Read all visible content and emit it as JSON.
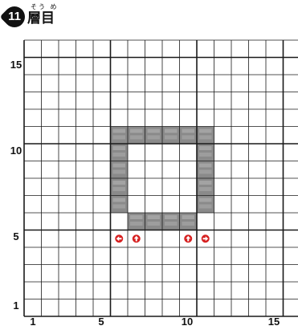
{
  "floor": {
    "number": "11",
    "title": "層目",
    "ruby": "そう め"
  },
  "grid": {
    "columns": 16,
    "rows": 16,
    "x_axis_labels": [
      "1",
      "5",
      "10",
      "15"
    ],
    "y_axis_labels": [
      "15",
      "10",
      "5",
      "1"
    ],
    "line_color": "#1a1a1a",
    "wall_color": "#8a8a8a"
  },
  "walls": [
    {
      "x": 6,
      "y": 11
    },
    {
      "x": 7,
      "y": 11
    },
    {
      "x": 8,
      "y": 11
    },
    {
      "x": 9,
      "y": 11
    },
    {
      "x": 10,
      "y": 11
    },
    {
      "x": 11,
      "y": 11
    },
    {
      "x": 6,
      "y": 10
    },
    {
      "x": 11,
      "y": 10
    },
    {
      "x": 6,
      "y": 9
    },
    {
      "x": 11,
      "y": 9
    },
    {
      "x": 6,
      "y": 8
    },
    {
      "x": 11,
      "y": 8
    },
    {
      "x": 6,
      "y": 7
    },
    {
      "x": 11,
      "y": 7
    },
    {
      "x": 7,
      "y": 6
    },
    {
      "x": 8,
      "y": 6
    },
    {
      "x": 9,
      "y": 6
    },
    {
      "x": 10,
      "y": 6
    }
  ],
  "markers": [
    {
      "x": 6,
      "y": 5,
      "direction": "left",
      "icon": "arrow-left-icon",
      "color": "#d62020"
    },
    {
      "x": 7,
      "y": 5,
      "direction": "up",
      "icon": "arrow-up-icon",
      "color": "#d62020"
    },
    {
      "x": 10,
      "y": 5,
      "direction": "up",
      "icon": "arrow-up-icon",
      "color": "#d62020"
    },
    {
      "x": 11,
      "y": 5,
      "direction": "right",
      "icon": "arrow-right-icon",
      "color": "#d62020"
    }
  ]
}
